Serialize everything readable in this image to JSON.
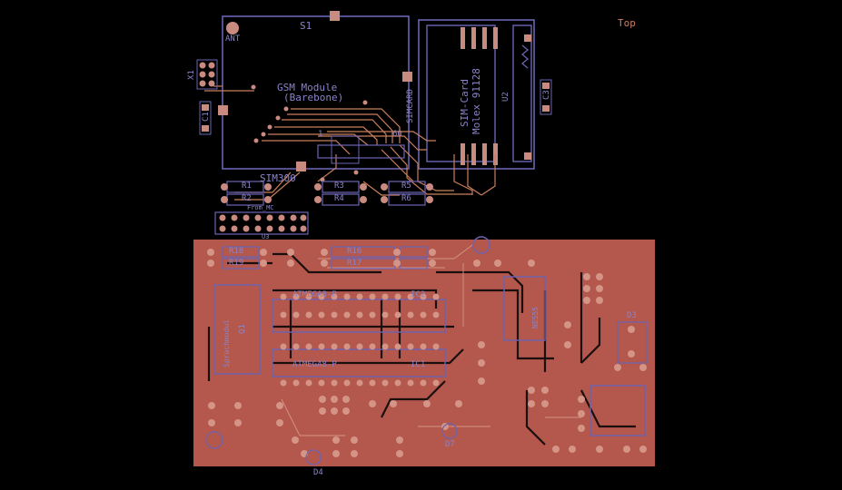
{
  "layer_label": "Top",
  "gsm": {
    "s1": "S1",
    "ant": "ANT",
    "title_line1": "GSM Module",
    "title_line2": "(Barebone)",
    "simcard": "SIMCARD",
    "pin1": "1",
    "pin60": "60",
    "sim300": "SIM300"
  },
  "sim": {
    "line1": "SIM-Card",
    "line2": "Molex 91128",
    "u2": "U2"
  },
  "parts": {
    "x1": "X1",
    "c1": "C1",
    "c3": "C3",
    "r1": "R1",
    "r2": "R2",
    "r3": "R3",
    "r4": "R4",
    "r5": "R5",
    "r6": "R6",
    "from_mc": "From_MC",
    "u3": "U3",
    "r18": "R18",
    "r19": "R19",
    "r16": "R16",
    "r17": "R17",
    "ic2": "IC2",
    "ic2_name": "ATMEGA8-P",
    "ic1": "IC1",
    "ic1_name": "ATMEGA8-P",
    "q1": "Q1",
    "q1_name": "Sprachmodul",
    "d3": "D3",
    "d4": "D4",
    "d7": "D7",
    "ne555": "NE555"
  },
  "colors": {
    "board": "#b4574c",
    "outline": "#6a64b4",
    "trace": "#c97f5c",
    "pad": "#c98a80"
  }
}
